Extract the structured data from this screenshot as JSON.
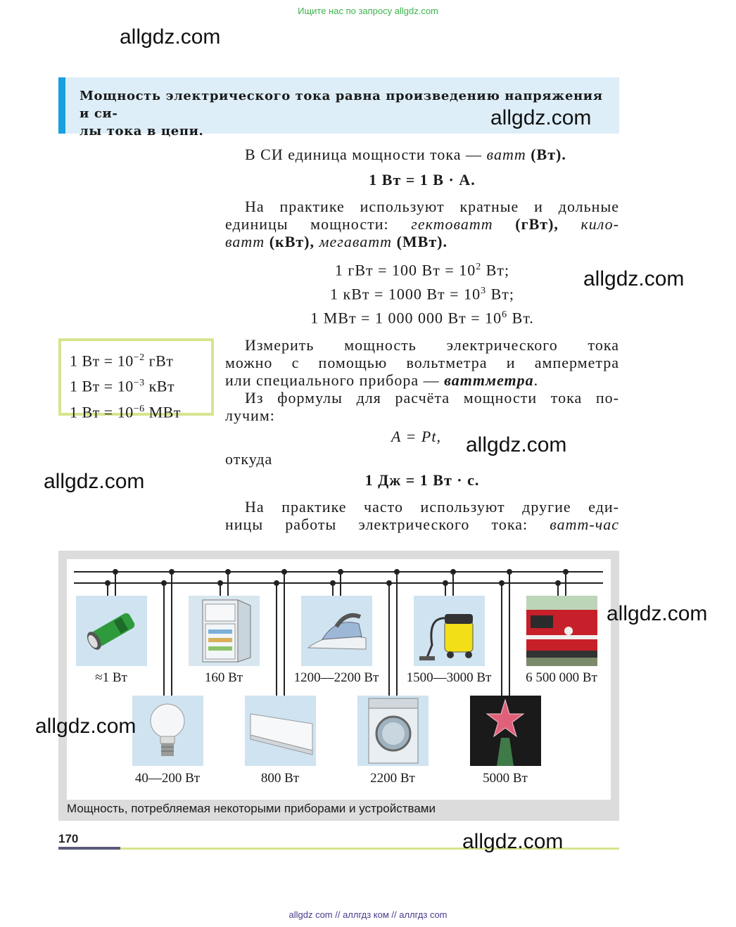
{
  "top_link": "Ищите нас по запросу allgdz.com",
  "watermark": "allgdz.com",
  "rule_box": {
    "line1": "Мощность электрического тока равна произведению напряжения и си-",
    "line2": "лы тока в цепи."
  },
  "si_unit": {
    "prefix": "В СИ единица мощности тока — ",
    "unit_name": "ватт",
    "unit_abbr": " (Вт)."
  },
  "formula_w": "1 Вт = 1 В · А.",
  "practice": {
    "line1": "На практике используют кратные и дольные",
    "line2_a": "единицы мощности: ",
    "line2_b": "гектоватт",
    "line2_c": " (гВт), ",
    "line2_d": "кило-",
    "line3_a": "ватт",
    "line3_b": " (кВт), ",
    "line3_c": "мегаватт",
    "line3_d": " (МВт)."
  },
  "multiples": {
    "hw": {
      "lhs": "1 гВт = 100 Вт = 10",
      "exp": "2",
      "rhs": " Вт;"
    },
    "kw": {
      "lhs": "1 кВт = 1000 Вт = 10",
      "exp": "3",
      "rhs": " Вт;"
    },
    "mw": {
      "lhs": "1 МВт = 1 000 000 Вт = 10",
      "exp": "6",
      "rhs": " Вт."
    }
  },
  "side_box": [
    {
      "lhs": "1 Вт = 10",
      "exp": "−2",
      "rhs": " гВт"
    },
    {
      "lhs": "1 Вт = 10",
      "exp": "−3",
      "rhs": " кВт"
    },
    {
      "lhs": "1 Вт = 10",
      "exp": "−6",
      "rhs": " МВт"
    }
  ],
  "measure": {
    "line1": "Измерить мощность электрического тока",
    "line2": "можно с помощью вольтметра и амперметра",
    "line3_a": "или специального прибора — ",
    "line3_b": "ваттметра",
    "line3_c": "."
  },
  "derive": {
    "line1": "Из формулы для расчёта мощности тока по-",
    "line2": "лучим:"
  },
  "formula_a": "A = Pt,",
  "whence": "откуда",
  "formula_j": "1 Дж = 1 Вт · с.",
  "other_units": {
    "line1": "На практике часто используют другие еди-",
    "line2_a": "ницы работы электрического тока: ",
    "line2_b": "ватт-час"
  },
  "figure": {
    "caption": "Мощность, потребляемая некоторыми приборами и устройствами",
    "devices_top": [
      {
        "name": "flashlight",
        "label": "≈1 Вт"
      },
      {
        "name": "refrigerator",
        "label": "160 Вт"
      },
      {
        "name": "iron",
        "label": "1200—2200 Вт"
      },
      {
        "name": "vacuum-cleaner",
        "label": "1500—3000 Вт"
      },
      {
        "name": "electric-locomotive",
        "label": "6 500 000 Вт"
      }
    ],
    "devices_bottom": [
      {
        "name": "light-bulb",
        "label": "40—200 Вт"
      },
      {
        "name": "air-conditioner",
        "label": "800 Вт"
      },
      {
        "name": "washing-machine",
        "label": "2200 Вт"
      },
      {
        "name": "kremlin-star",
        "label": "5000 Вт"
      }
    ]
  },
  "page_number": "170",
  "footer": "allgdz com  //  аллгдз ком  //  аллгдз com",
  "colors": {
    "accent_blue": "#18a0e0",
    "box_fill": "#ddeef8",
    "side_border": "#d6e58e",
    "link_green": "#3cb44b"
  }
}
